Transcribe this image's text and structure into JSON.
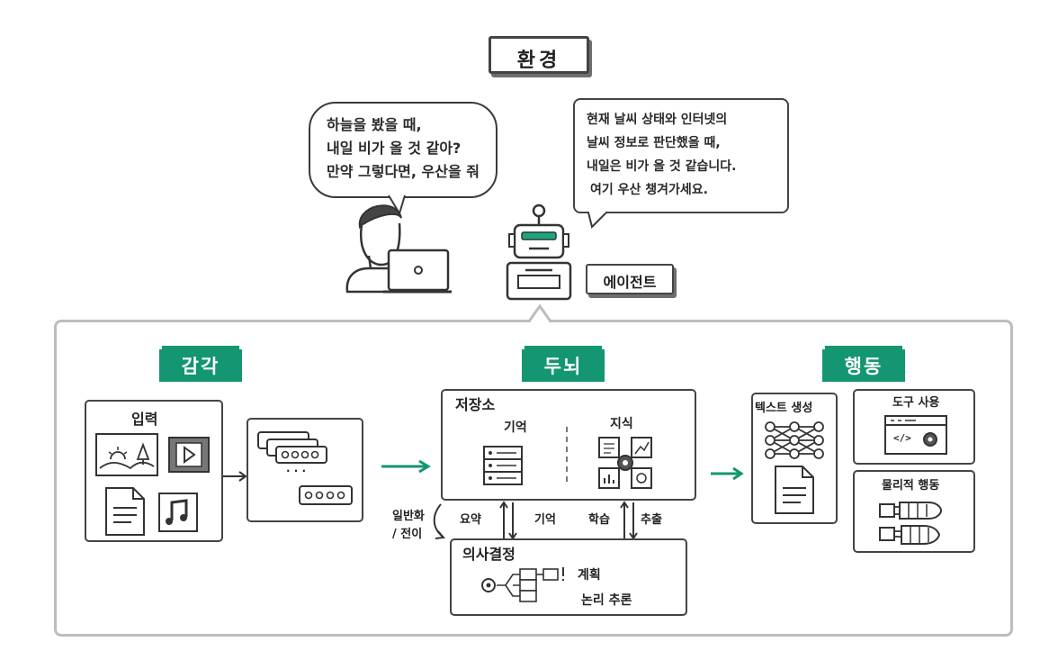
{
  "environment_label": "환경",
  "user_bubble": [
    "하늘을 봤을 때,",
    "내일 비가 올 것 같아?",
    "만약 그렇다면, 우산을 줘"
  ],
  "agent_bubble": [
    "현재 날씨 상태와 인터넷의",
    "날씨 정보로 판단했을 때,",
    "내일은 비가 올 것 같습니다.",
    "여기 우산 챙겨가세요."
  ],
  "agent_label": "에이전트",
  "sections": {
    "perception": "감각",
    "brain": "두뇌",
    "action": "행동"
  },
  "perception": {
    "input_label": "입력",
    "ellipsis": "· · ·"
  },
  "brain": {
    "storage_title": "저장소",
    "memory_label": "기억",
    "knowledge_label": "지식",
    "generalize_label": "일반화\n/ 전이",
    "summary_label": "요약",
    "recall_label": "기억",
    "learn_label": "학습",
    "extract_label": "추출",
    "decision_title": "의사결정",
    "planning_label": "계획",
    "reasoning_label": "논리 추론"
  },
  "action": {
    "text_gen": "텍스트 생성",
    "tool_use": "도구 사용",
    "physical": "물리적 행동",
    "code_symbol": "</>"
  },
  "colors": {
    "accent": "#139671",
    "border": "#444444",
    "screen": "#1aa77e"
  }
}
